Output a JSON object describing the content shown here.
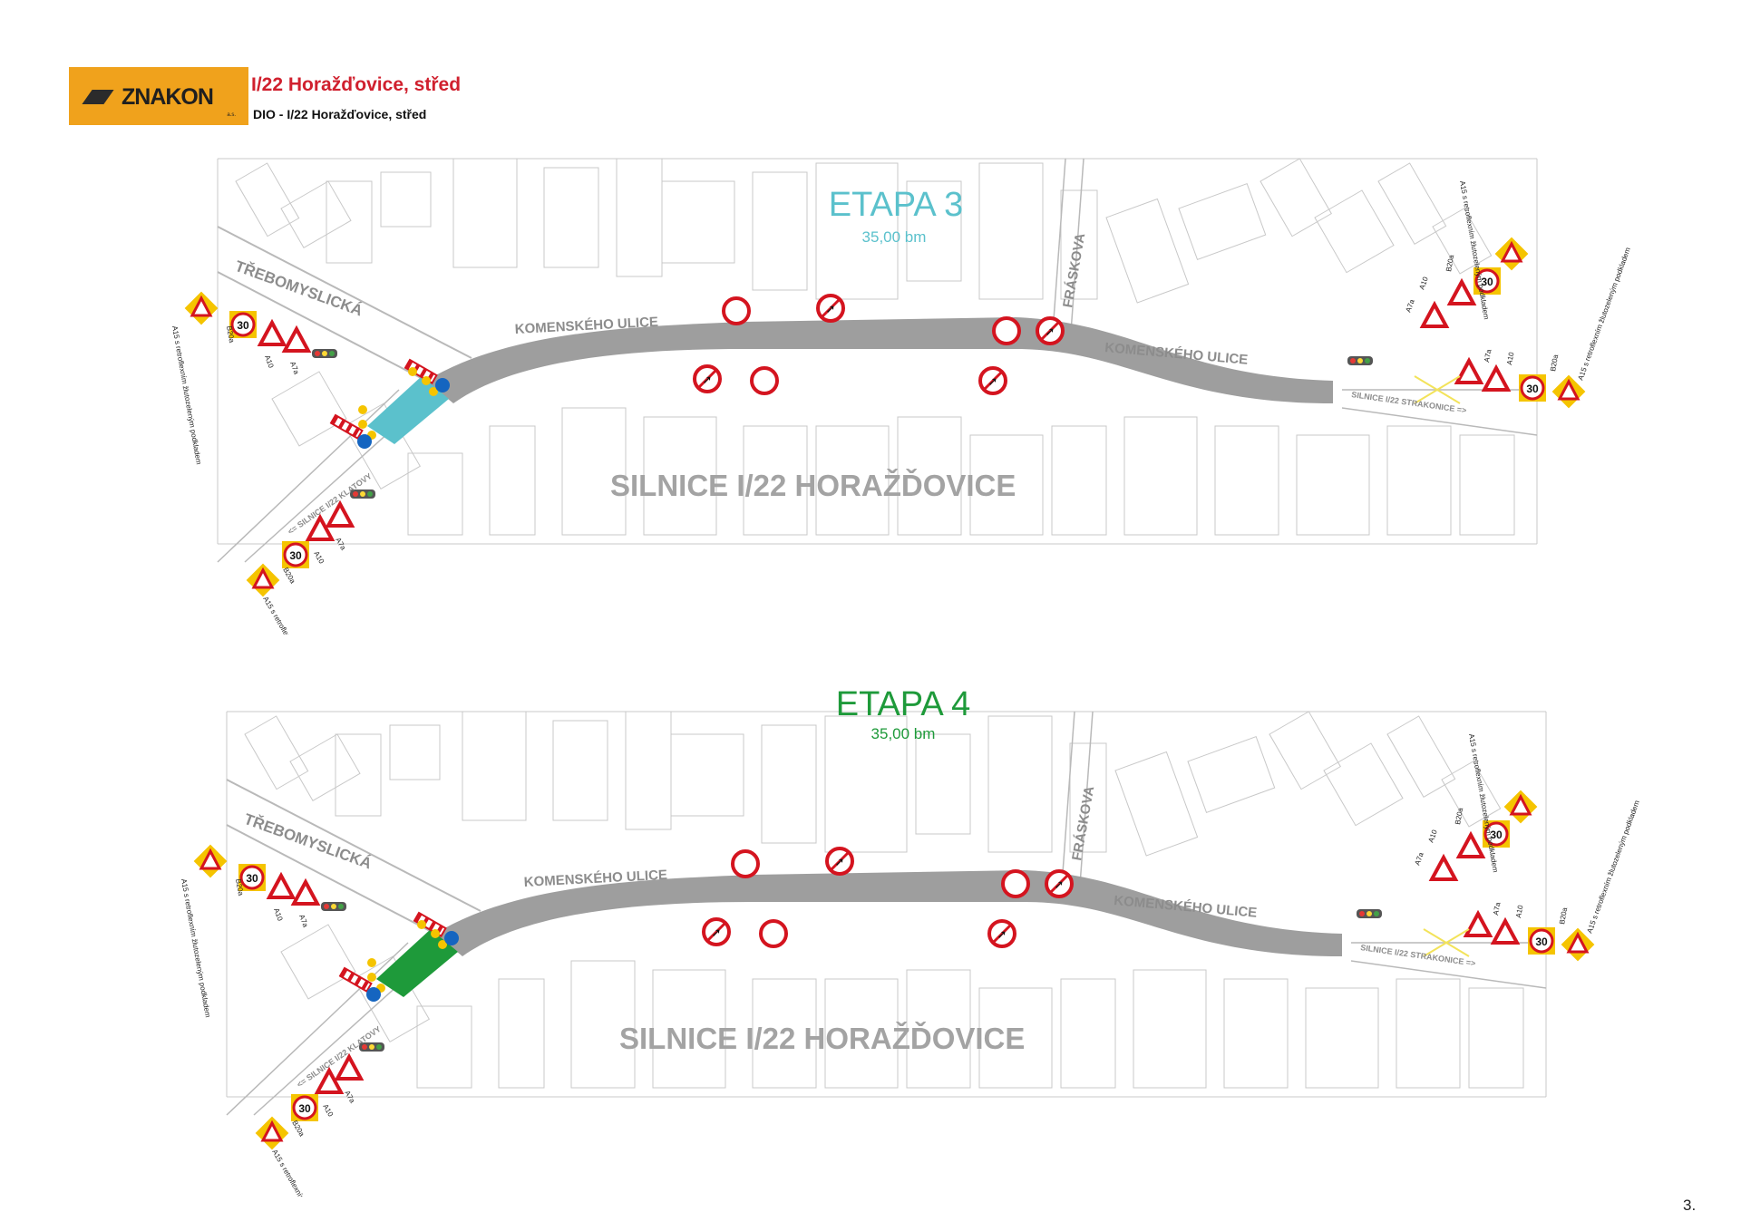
{
  "header": {
    "logo_text": "ZNAKON",
    "logo_suffix": "a.s.",
    "title": "I/22 Horažďovice, střed",
    "subtitle": "DIO - I/22 Horažďovice, střed"
  },
  "page_number": "3.",
  "colors": {
    "brand_orange": "#f0a21c",
    "title_red": "#d0202e",
    "road_gray": "#9e9e9e",
    "etapa3": "#5bc1cc",
    "etapa4": "#1e9a3a",
    "sign_red": "#d4141f",
    "sign_yellow": "#f5c400",
    "sign_blue": "#1565c0"
  },
  "panels": [
    {
      "stage_title": "ETAPA 3",
      "stage_length": "35,00 bm",
      "stage_color": "#5bc1cc",
      "street_labels": {
        "trebomyslicka": "TŘEBOMYSLICKÁ",
        "komenskeho_left": "KOMENSKÉHO ULICE",
        "komenskeho_right": "KOMENSKÉHO ULICE",
        "fraskova": "FRÁSKOVA",
        "silnice_main": "SILNICE I/22 HORAŽĎOVICE",
        "silnice_klatovy": "<= SILNICE I/22 KLATOVY",
        "silnice_strakonice": "SILNICE I/22 STRAKONICE =>"
      },
      "sign_codes": {
        "a15": "A15 s retroflexním žlutozeleným podkladem",
        "b20a": "B20a",
        "a10": "A10",
        "a7a": "A7a",
        "speed": "30"
      }
    },
    {
      "stage_title": "ETAPA 4",
      "stage_length": "35,00 bm",
      "stage_color": "#1e9a3a",
      "street_labels": {
        "trebomyslicka": "TŘEBOMYSLICKÁ",
        "komenskeho_left": "KOMENSKÉHO ULICE",
        "komenskeho_right": "KOMENSKÉHO ULICE",
        "fraskova": "FRÁSKOVA",
        "silnice_main": "SILNICE I/22 HORAŽĎOVICE",
        "silnice_klatovy": "<= SILNICE I/22 KLATOVY",
        "silnice_strakonice": "SILNICE I/22 STRAKONICE =>"
      },
      "sign_codes": {
        "a15": "A15 s retroflexním žlutozeleným podkladem",
        "b20a": "B20a",
        "a10": "A10",
        "a7a": "A7a",
        "speed": "30"
      }
    }
  ]
}
